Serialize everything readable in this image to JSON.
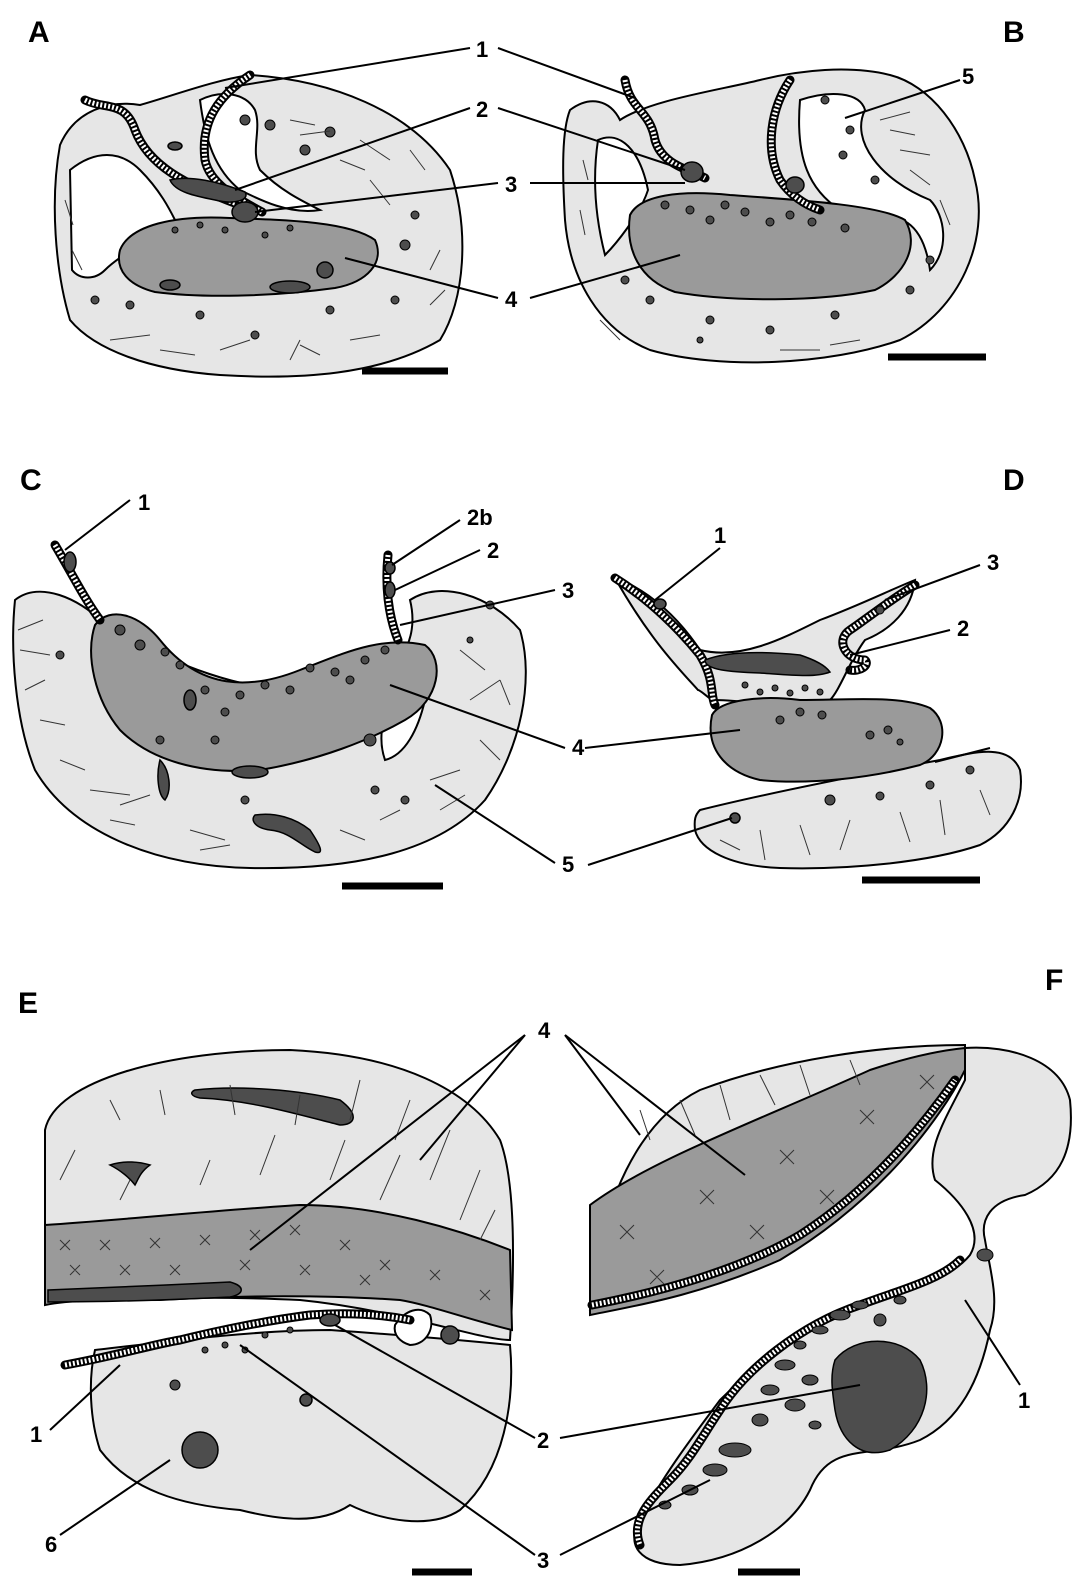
{
  "panels": [
    {
      "id": "A",
      "label": "A"
    },
    {
      "id": "B",
      "label": "B"
    },
    {
      "id": "C",
      "label": "C"
    },
    {
      "id": "D",
      "label": "D"
    },
    {
      "id": "E",
      "label": "E"
    },
    {
      "id": "F",
      "label": "F"
    }
  ],
  "callouts": {
    "a1": "1",
    "a2": "2",
    "a3": "3",
    "a4": "4",
    "b5": "5",
    "c1": "1",
    "c2b": "2b",
    "c2": "2",
    "c3": "3",
    "c4": "4",
    "c5": "5",
    "d1": "1",
    "d3": "3",
    "d2": "2",
    "e4": "4",
    "e1": "1",
    "e2": "2",
    "e6": "6",
    "e3": "3",
    "f1": "1"
  },
  "colors": {
    "tissue_light": "#e6e6e6",
    "body_medium": "#9a9a9a",
    "inclusion_dark": "#4d4d4d",
    "line": "#000000"
  }
}
